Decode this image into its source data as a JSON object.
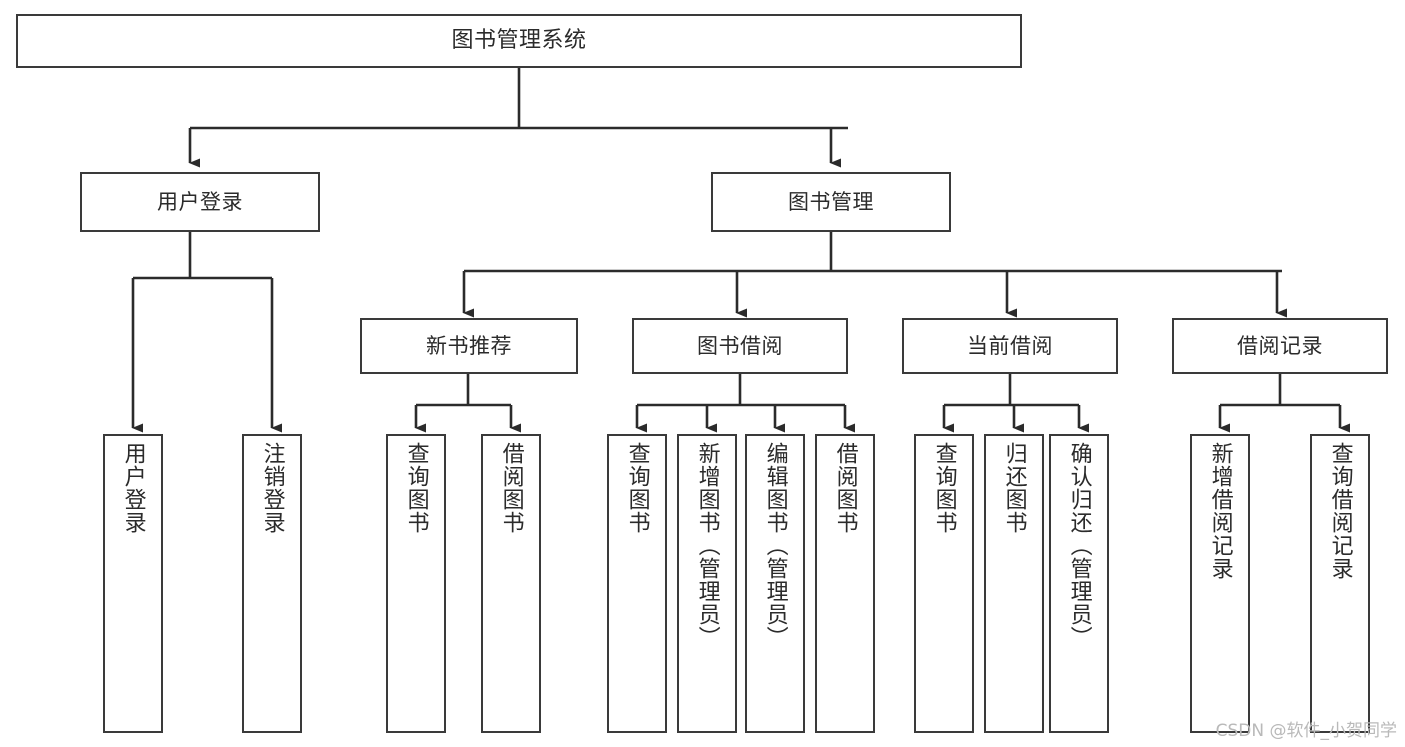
{
  "diagram": {
    "type": "tree-hierarchy",
    "title": "图书管理系统",
    "orientation": "top-down",
    "colors": {
      "box_border": "#3a3a3a",
      "box_fill": "#ffffff",
      "connector": "#2b2b2b",
      "text": "#2b2b2b",
      "watermark": "#b9b9b9",
      "background": "#ffffff"
    },
    "root": {
      "id": "root",
      "label": "图书管理系统"
    },
    "level2": [
      {
        "id": "user-login",
        "label": "用户登录"
      },
      {
        "id": "book-manage",
        "label": "图书管理"
      }
    ],
    "level3": [
      {
        "id": "new-book-rec",
        "label": "新书推荐",
        "parent": "book-manage"
      },
      {
        "id": "book-borrow",
        "label": "图书借阅",
        "parent": "book-manage"
      },
      {
        "id": "current-borrow",
        "label": "当前借阅",
        "parent": "book-manage"
      },
      {
        "id": "borrow-record",
        "label": "借阅记录",
        "parent": "book-manage"
      }
    ],
    "leaves": [
      {
        "id": "leaf-user-login",
        "label": "用户登录",
        "parent": "user-login"
      },
      {
        "id": "leaf-user-logout",
        "label": "注销登录",
        "parent": "user-login"
      },
      {
        "id": "leaf-query-book-1",
        "label": "查询图书",
        "parent": "new-book-rec"
      },
      {
        "id": "leaf-borrow-book-1",
        "label": "借阅图书",
        "parent": "new-book-rec"
      },
      {
        "id": "leaf-query-book-2",
        "label": "查询图书",
        "parent": "book-borrow"
      },
      {
        "id": "leaf-add-book",
        "label": "新增图书（管理员）",
        "parent": "book-borrow"
      },
      {
        "id": "leaf-edit-book",
        "label": "编辑图书（管理员）",
        "parent": "book-borrow"
      },
      {
        "id": "leaf-borrow-book-2",
        "label": "借阅图书",
        "parent": "book-borrow"
      },
      {
        "id": "leaf-query-book-3",
        "label": "查询图书",
        "parent": "current-borrow"
      },
      {
        "id": "leaf-return-book",
        "label": "归还图书",
        "parent": "current-borrow"
      },
      {
        "id": "leaf-confirm-return",
        "label": "确认归还（管理员）",
        "parent": "current-borrow"
      },
      {
        "id": "leaf-add-record",
        "label": "新增借阅记录",
        "parent": "borrow-record"
      },
      {
        "id": "leaf-query-record",
        "label": "查询借阅记录",
        "parent": "borrow-record"
      }
    ]
  },
  "watermark": {
    "text": "CSDN @软件_小贺同学"
  }
}
